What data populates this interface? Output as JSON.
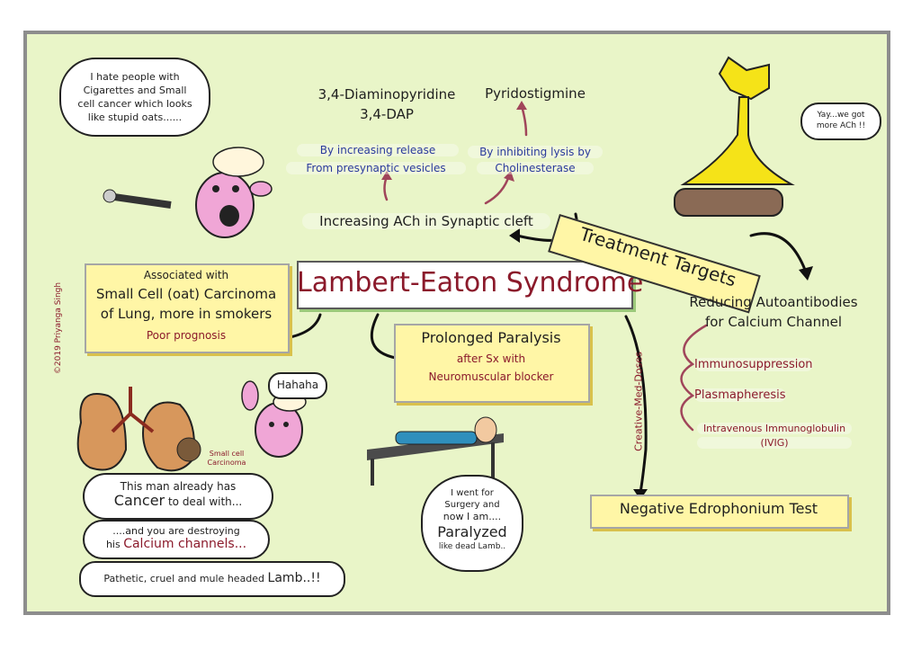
{
  "title": "Lambert-Eaton Syndrome",
  "copyright": "©2019 Priyanga Singh",
  "treatment_targets": "Treatment Targets",
  "drug1": {
    "name": "3,4-Diaminopyridine",
    "abbr": "3,4-DAP",
    "mechanism_line1": "By increasing release",
    "mechanism_line2": "From presynaptic vesicles"
  },
  "drug2": {
    "name": "Pyridostigmine",
    "mechanism_line1": "By inhibiting lysis by",
    "mechanism_line2": "Cholinesterase"
  },
  "increase_ach": "Increasing ACh in Synaptic cleft",
  "association": {
    "line1": "Associated with",
    "line2": "Small Cell (oat) Carcinoma",
    "line3": "of Lung, more in smokers",
    "line4": "Poor prognosis"
  },
  "paralysis": {
    "line1": "Prolonged Paralysis",
    "line2": "after Sx with",
    "line3": "Neuromuscular blocker"
  },
  "autoantibodies": {
    "line1": "Reducing Autoantibodies",
    "line2": "for Calcium Channel",
    "items": [
      "Immunosuppression",
      "Plasmapheresis",
      "Intravenous Immunoglobulin",
      "(IVIG)"
    ]
  },
  "edrophonium": "Negative Edrophonium Test",
  "side_label": "Creative-Med-Doses",
  "bubbles": {
    "lamb_quote": "I hate people with Cigarettes and Small cell cancer which looks like stupid oats......",
    "neuron_quote": "Yay...we got more ACh !!",
    "hahaha": "Hahaha",
    "small_cell": "Small cell Carcinoma",
    "cancer_pre": "This man already has",
    "cancer_word": "Cancer",
    "cancer_post": "to deal with...",
    "calcium_pre": "....and you are destroying",
    "calcium_his": "his",
    "calcium_word": "Calcium channels...",
    "pathetic": "Pathetic, cruel and mule headed",
    "lamb_word": "Lamb..!!",
    "patient_l1": "I went for",
    "patient_l2": "Surgery and",
    "patient_l3": "now I am....",
    "patient_l4": "Paralyzed",
    "patient_l5": "like dead Lamb.."
  }
}
